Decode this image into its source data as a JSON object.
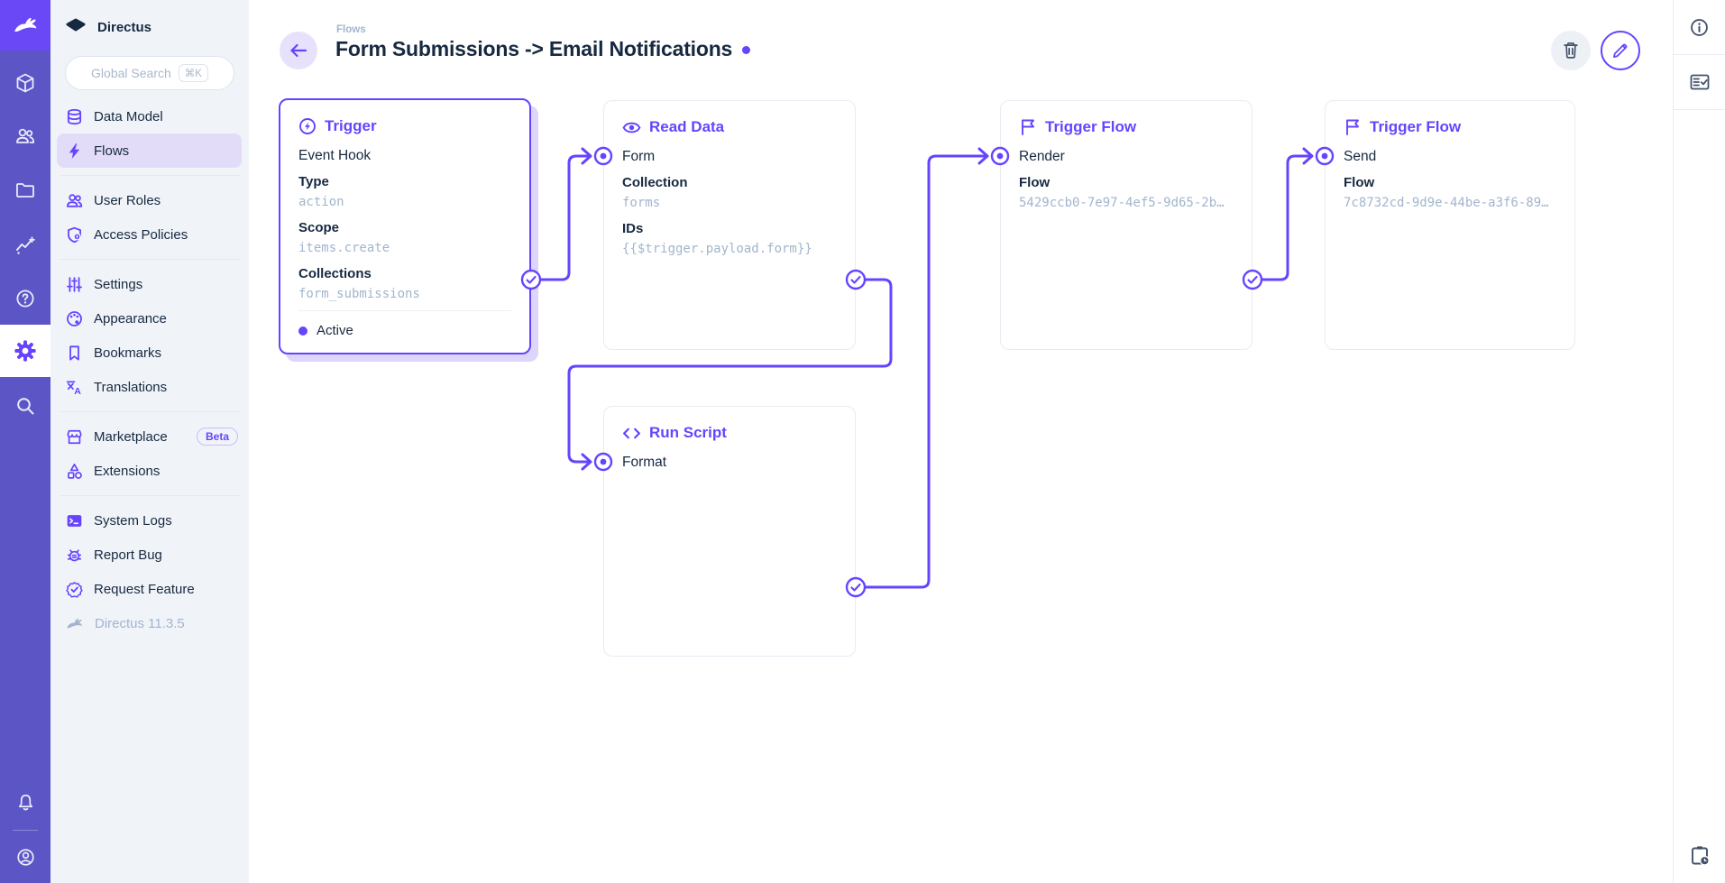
{
  "colors": {
    "brand": "#6644FF",
    "module_bar": "#5C55C6",
    "nav_bg": "#F0F4F9",
    "text": "#172940",
    "subdued": "#A2B5CD"
  },
  "module_bar": {
    "icons": [
      "directus-logo",
      "content",
      "users",
      "files",
      "insights",
      "help",
      "settings",
      "search",
      "notifications",
      "account"
    ]
  },
  "nav": {
    "project_name": "Directus",
    "search": {
      "placeholder": "Global Search",
      "shortcut": "⌘K"
    },
    "groups": [
      {
        "items": [
          {
            "label": "Data Model"
          },
          {
            "label": "Flows"
          }
        ]
      },
      {
        "items": [
          {
            "label": "User Roles"
          },
          {
            "label": "Access Policies"
          }
        ]
      },
      {
        "items": [
          {
            "label": "Settings"
          },
          {
            "label": "Appearance"
          },
          {
            "label": "Bookmarks"
          },
          {
            "label": "Translations"
          }
        ]
      },
      {
        "items": [
          {
            "label": "Marketplace",
            "badge": "Beta"
          },
          {
            "label": "Extensions"
          }
        ]
      },
      {
        "items": [
          {
            "label": "System Logs"
          },
          {
            "label": "Report Bug"
          },
          {
            "label": "Request Feature"
          }
        ]
      }
    ],
    "version": "Directus 11.3.5"
  },
  "header": {
    "breadcrumb": "Flows",
    "title": "Form Submissions -> Email Notifications"
  },
  "panels": {
    "trigger": {
      "header": "Trigger",
      "name": "Event Hook",
      "fields": [
        {
          "label": "Type",
          "value": "action"
        },
        {
          "label": "Scope",
          "value": "items.create"
        },
        {
          "label": "Collections",
          "value": "form_submissions"
        }
      ],
      "status": "Active"
    },
    "read_data": {
      "header": "Read Data",
      "name": "Form",
      "fields": [
        {
          "label": "Collection",
          "value": "forms"
        },
        {
          "label": "IDs",
          "value": "{{$trigger.payload.form}}"
        }
      ]
    },
    "trigger_flow_render": {
      "header": "Trigger Flow",
      "name": "Render",
      "fields": [
        {
          "label": "Flow",
          "value": "5429ccb0-7e97-4ef5-9d65-2b…"
        }
      ]
    },
    "trigger_flow_send": {
      "header": "Trigger Flow",
      "name": "Send",
      "fields": [
        {
          "label": "Flow",
          "value": "7c8732cd-9d9e-44be-a3f6-89…"
        }
      ]
    },
    "run_script": {
      "header": "Run Script",
      "name": "Format"
    }
  }
}
